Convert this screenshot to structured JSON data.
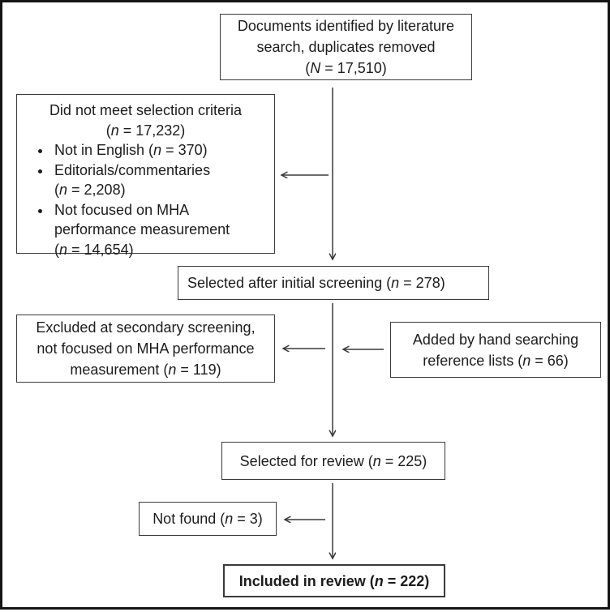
{
  "diagram": {
    "kind": "literature-screening-flowchart",
    "boxes": {
      "identified": {
        "lines": [
          "Documents identified by literature",
          "search, duplicates removed",
          "(N = 17,510)"
        ]
      },
      "not_meet": {
        "title_lines": [
          "Did not meet selection criteria",
          "(n = 17,232)"
        ],
        "bullets": [
          [
            "Not in English (n = 370)"
          ],
          [
            "Editorials/commentaries",
            "(n = 2,208)"
          ],
          [
            "Not focused on MHA",
            "performance measurement",
            "(n = 14,654)"
          ]
        ]
      },
      "initial_screening": {
        "lines": [
          "Selected after initial screening (n = 278)"
        ]
      },
      "excluded_secondary": {
        "lines": [
          "Excluded at secondary screening,",
          "not focused on MHA performance",
          "measurement (n = 119)"
        ]
      },
      "hand_search": {
        "lines": [
          "Added by hand searching",
          "reference lists (n = 66)"
        ]
      },
      "selected_review": {
        "lines": [
          "Selected for review (n = 225)"
        ]
      },
      "not_found": {
        "lines": [
          "Not found (n = 3)"
        ]
      },
      "included": {
        "lines": [
          "Included in review (n = 222)"
        ]
      }
    },
    "edges": [
      {
        "from": "identified",
        "to": "initial_screening"
      },
      {
        "from": "identified-flow",
        "to": "not_meet"
      },
      {
        "from": "initial_screening",
        "to": "selected_review"
      },
      {
        "from": "screening-flow",
        "to": "excluded_secondary"
      },
      {
        "from": "hand_search",
        "to": "screening-flow"
      },
      {
        "from": "selected_review",
        "to": "included"
      },
      {
        "from": "review-flow",
        "to": "not_found"
      }
    ],
    "colors": {
      "border": "#3a3a3a",
      "text": "#1c1c1c",
      "frame": "#141414",
      "background": "#ffffff",
      "arrow": "#3a3a3a"
    }
  }
}
